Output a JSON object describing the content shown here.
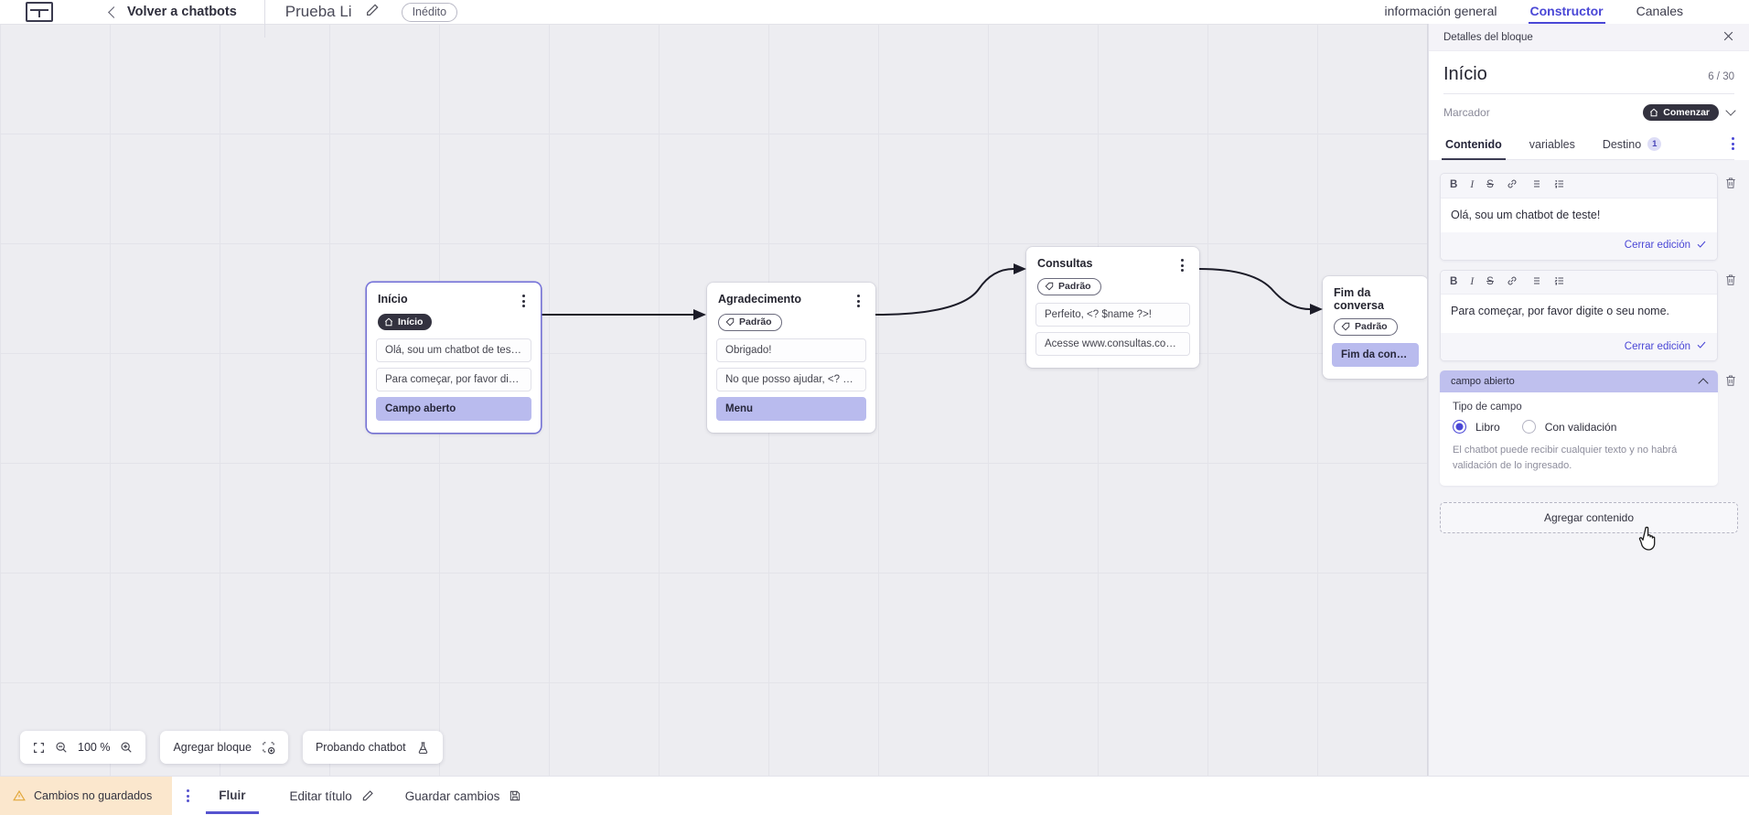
{
  "topbar": {
    "logo_icon": "app-logo-icon",
    "back_chevron_icon": "chevron-left-icon",
    "back_label": "Volver a chatbots",
    "bot_title": "Prueba Li",
    "edit_icon": "pencil-icon",
    "status_badge": "Inédito",
    "tabs": [
      {
        "label": "información general",
        "active": false
      },
      {
        "label": "Constructor",
        "active": true
      },
      {
        "label": "Canales",
        "active": false
      }
    ],
    "accent": "#4a47d6"
  },
  "canvas": {
    "nodes": [
      {
        "id": "inicio",
        "title": "Início",
        "tag": {
          "label": "Início",
          "style": "dark",
          "icon": "home-icon"
        },
        "selected": true,
        "messages": [
          {
            "text": "Olá, sou um chatbot de teste!",
            "type": "message"
          },
          {
            "text": "Para começar, por favor digite o …",
            "type": "message"
          },
          {
            "text": "Campo aberto",
            "type": "action"
          }
        ]
      },
      {
        "id": "agradecimento",
        "title": "Agradecimento",
        "tag": {
          "label": "Padrão",
          "style": "light",
          "icon": "tag-icon"
        },
        "selected": false,
        "messages": [
          {
            "text": "Obrigado!",
            "type": "message"
          },
          {
            "text": "No que posso ajudar, <? $name …",
            "type": "message"
          },
          {
            "text": "Menu",
            "type": "action"
          }
        ]
      },
      {
        "id": "consultas",
        "title": "Consultas",
        "tag": {
          "label": "Padrão",
          "style": "light",
          "icon": "tag-icon"
        },
        "selected": false,
        "messages": [
          {
            "text": "Perfeito, <? $name ?>!",
            "type": "message"
          },
          {
            "text": "Acesse www.consultas.com par…",
            "type": "message"
          }
        ]
      },
      {
        "id": "fim",
        "title": "Fim da conversa",
        "tag": {
          "label": "Padrão",
          "style": "light",
          "icon": "tag-icon"
        },
        "selected": false,
        "messages": [
          {
            "text": "Fim da conversa",
            "type": "action"
          }
        ]
      }
    ],
    "tools": {
      "fit_icon": "fit-screen-icon",
      "zoom_out_icon": "zoom-out-icon",
      "zoom_value": "100 %",
      "zoom_in_icon": "zoom-in-icon",
      "add_block_label": "Agregar bloque",
      "add_block_icon": "add-block-icon",
      "test_bot_label": "Probando chatbot",
      "test_bot_icon": "flask-icon"
    }
  },
  "statusbar": {
    "unsaved_label": "Cambios no guardados",
    "warning_icon": "warning-triangle-icon",
    "kebab_icon": "more-vertical-icon",
    "tab_flow": "Fluir",
    "edit_title_label": "Editar título",
    "edit_title_icon": "pencil-icon",
    "save_label": "Guardar cambios",
    "save_icon": "save-disk-icon",
    "unsaved_bg": "#fbe7cd",
    "accent": "#5653cf"
  },
  "panel": {
    "header_title": "Detalles del bloque",
    "close_icon": "close-icon",
    "block_title": "Início",
    "counter": "6 / 30",
    "marker_label": "Marcador",
    "marker_value": "Comenzar",
    "marker_icon": "home-icon",
    "marker_chevron_icon": "chevron-down-icon",
    "tabs": [
      {
        "label": "Contenido",
        "active": true,
        "count": null
      },
      {
        "label": "variables",
        "active": false,
        "count": null
      },
      {
        "label": "Destino",
        "active": false,
        "count": "1"
      }
    ],
    "tabs_kebab_icon": "more-vertical-icon",
    "rich_text_tools": [
      {
        "name": "bold-icon",
        "glyph": "B"
      },
      {
        "name": "italic-icon",
        "glyph": "I"
      },
      {
        "name": "strikethrough-icon",
        "glyph": "S"
      },
      {
        "name": "link-icon",
        "glyph": "🔗"
      },
      {
        "name": "bullet-list-icon",
        "glyph": "≔"
      },
      {
        "name": "numbered-list-icon",
        "glyph": "⒈"
      }
    ],
    "editors": [
      {
        "text": "Olá, sou um chatbot de teste!",
        "close_label": "Cerrar edición",
        "check_icon": "check-icon",
        "delete_icon": "trash-icon"
      },
      {
        "text": "Para começar, por favor digite o seu nome.",
        "close_label": "Cerrar edición",
        "check_icon": "check-icon",
        "delete_icon": "trash-icon"
      }
    ],
    "field_block": {
      "header": "campo abierto",
      "collapse_icon": "chevron-up-icon",
      "delete_icon": "trash-icon",
      "type_label": "Tipo de campo",
      "options": [
        {
          "label": "Libro",
          "selected": true
        },
        {
          "label": "Con validación",
          "selected": false
        }
      ],
      "hint": "El chatbot puede recibir cualquier texto y no habrá validación de lo ingresado."
    },
    "add_content_label": "Agregar contenido"
  }
}
